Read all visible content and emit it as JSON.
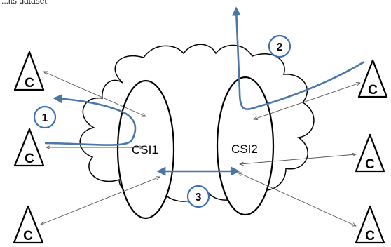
{
  "caption": "...its dataset.",
  "servers": [
    {
      "label": "CSI1"
    },
    {
      "label": "CSI2"
    }
  ],
  "clients": [
    {
      "label": "C"
    },
    {
      "label": "C"
    },
    {
      "label": "C"
    },
    {
      "label": "C"
    },
    {
      "label": "C"
    },
    {
      "label": "C"
    }
  ],
  "steps": [
    {
      "label": "1"
    },
    {
      "label": "2"
    },
    {
      "label": "3"
    }
  ],
  "colors": {
    "flow": "#4a76a8",
    "step_ring": "#3f6fb0",
    "connector": "#555555",
    "outline": "#000000"
  }
}
